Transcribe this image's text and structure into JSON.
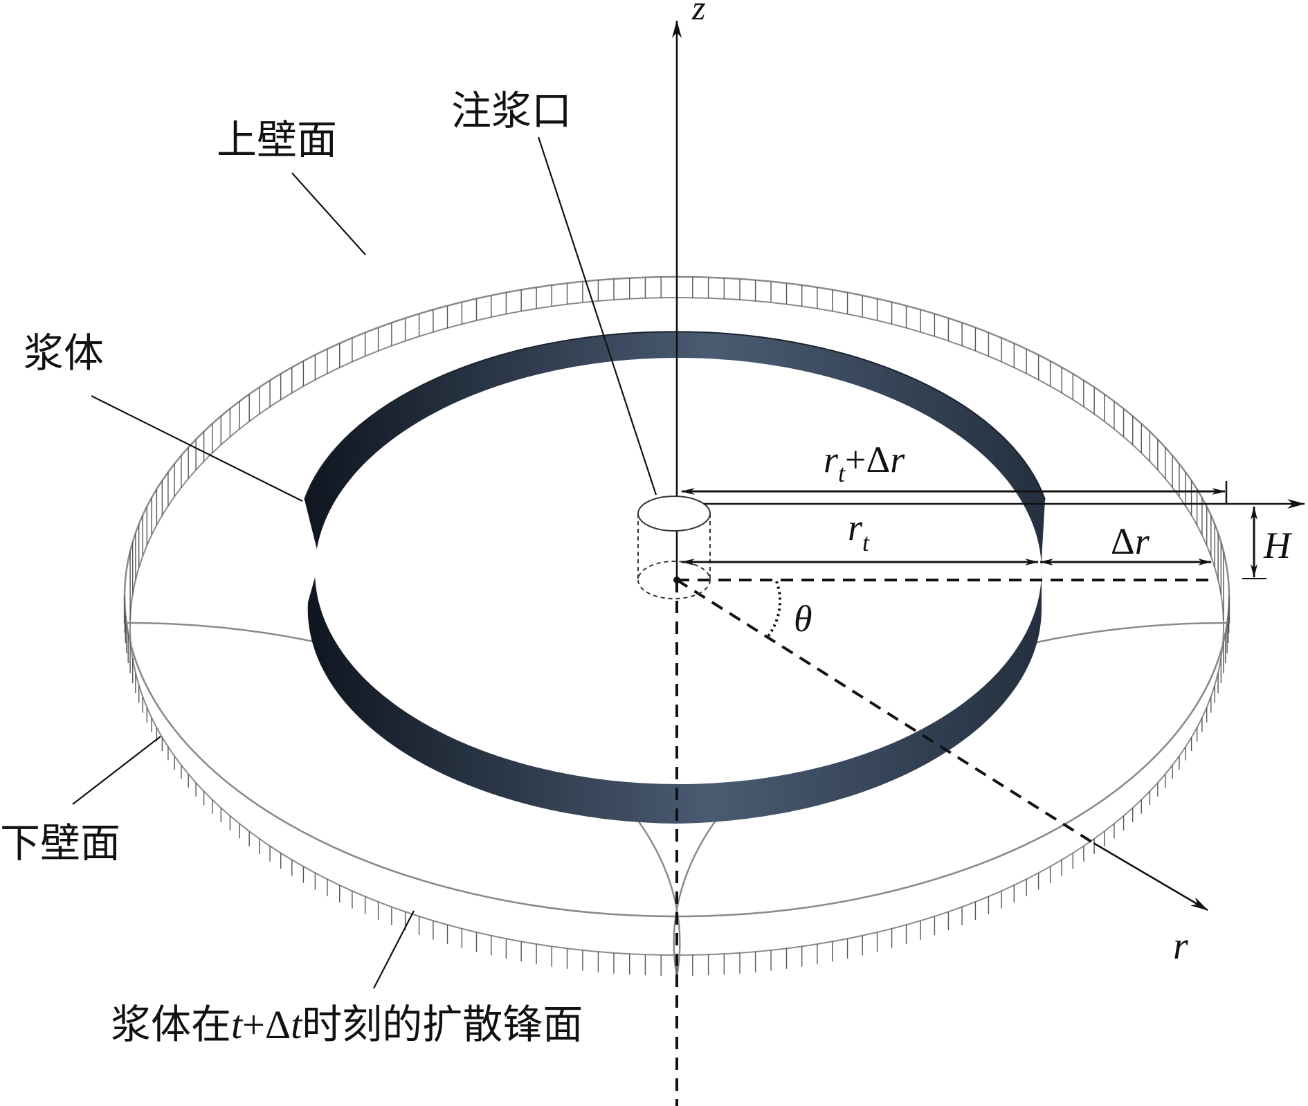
{
  "labels": {
    "upper_wall": "上壁面",
    "grout_inlet": "注浆口",
    "grout_body": "浆体",
    "lower_wall": "下壁面",
    "front_prefix": "浆体在",
    "front_t": "t",
    "front_plus": "+Δ",
    "front_t2": "t",
    "front_suffix": "时刻的扩散锋面"
  },
  "symbols": {
    "z_axis": "z",
    "r_axis": "r",
    "theta": "θ",
    "H": "H",
    "r_main": "r",
    "t_sub": "t",
    "plus_delta": "+Δ",
    "r_after": "r",
    "delta": "Δ",
    "r_delta": "r"
  },
  "colors": {
    "ring_dark": "#1c2533",
    "ring_light": "#4a5a70",
    "line": "#111111",
    "hatch": "#666666"
  }
}
